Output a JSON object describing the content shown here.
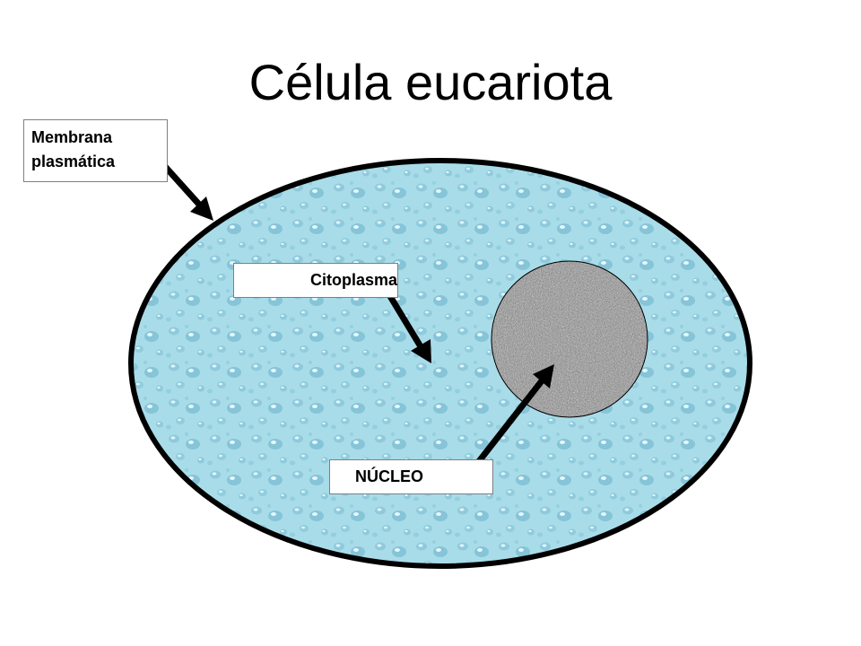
{
  "title": "Célula eucariota",
  "labels": {
    "membrane_line1": "Membrana",
    "membrane_line2": "plasmática",
    "cytoplasm": "Citoplasma",
    "nucleus": "NÚCLEO"
  },
  "colors": {
    "cytoplasm_fill": "#a8dbe8",
    "cytoplasm_dark": "#7cc4d8",
    "membrane_stroke": "#000000",
    "nucleus_fill": "#8c8c8c",
    "arrow": "#000000"
  }
}
